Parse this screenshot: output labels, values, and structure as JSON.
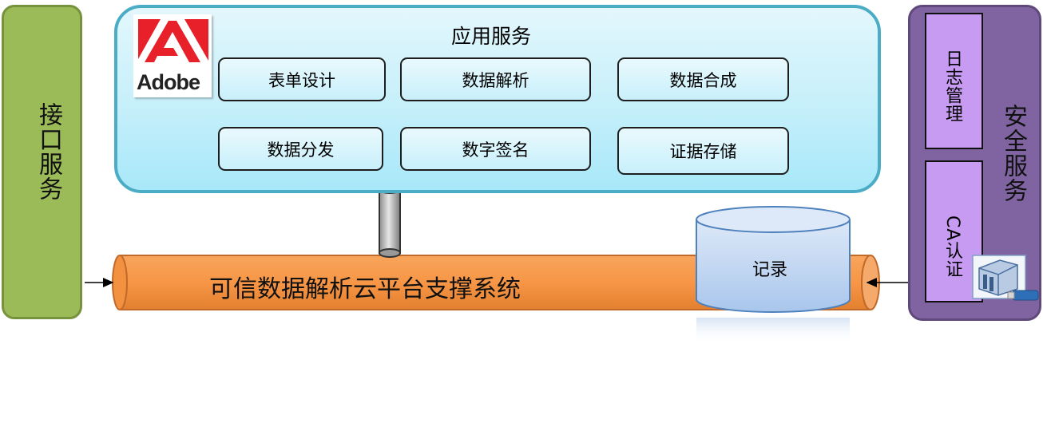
{
  "interface_service": {
    "title": "接口服务"
  },
  "app_service": {
    "title": "应用服务",
    "logo_text": "Adobe",
    "items": [
      "表单设计",
      "数据解析",
      "数据合成",
      "数据分发",
      "数字签名",
      "证据存储"
    ]
  },
  "platform": {
    "label": "可信数据解析云平台支撑系统"
  },
  "storage": {
    "label": "记录"
  },
  "security_service": {
    "title": "安全服务",
    "log_label": "日志管理",
    "ca_label": "CA认证"
  },
  "colors": {
    "interface_panel": "#9bbb59",
    "app_panel_border": "#4bacc6",
    "security_panel": "#8064a2",
    "security_box": "#c79bf2",
    "platform_pipe": "#f79646",
    "storage_cylinder": "#c6d9f1",
    "adobe_red": "#e8202a"
  },
  "icons": [
    "gears-icon",
    "adobe-logo",
    "documents-icon",
    "server-icon",
    "usb-key-icon"
  ]
}
